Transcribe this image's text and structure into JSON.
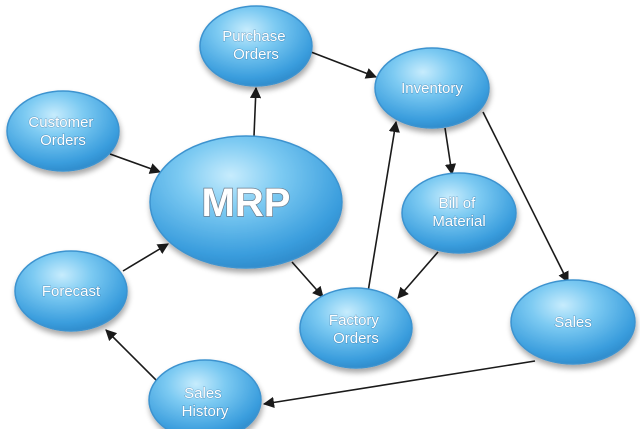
{
  "nodes": {
    "mrp": "MRP",
    "purchase_orders": [
      "Purchase",
      "Orders"
    ],
    "inventory": "Inventory",
    "customer_orders": [
      "Customer",
      "Orders"
    ],
    "bill_of_material": [
      "Bill of",
      "Material"
    ],
    "forecast": "Forecast",
    "factory_orders": [
      "Factory",
      "Orders"
    ],
    "sales": "Sales",
    "sales_history": [
      "Sales",
      "History"
    ]
  },
  "edges": [
    [
      "customer_orders",
      "mrp"
    ],
    [
      "mrp",
      "purchase_orders"
    ],
    [
      "purchase_orders",
      "inventory"
    ],
    [
      "inventory",
      "bill_of_material"
    ],
    [
      "inventory",
      "sales"
    ],
    [
      "bill_of_material",
      "factory_orders"
    ],
    [
      "factory_orders",
      "inventory"
    ],
    [
      "mrp",
      "factory_orders"
    ],
    [
      "forecast",
      "mrp"
    ],
    [
      "sales",
      "sales_history"
    ],
    [
      "sales_history",
      "forecast"
    ]
  ],
  "colors": {
    "node_light": "#aee0fb",
    "node_mid": "#55b5ea",
    "node_dark": "#1e7fc4",
    "node_edge": "#3d93cf",
    "arrow": "#1a1a1a",
    "text": "#ffffff"
  }
}
